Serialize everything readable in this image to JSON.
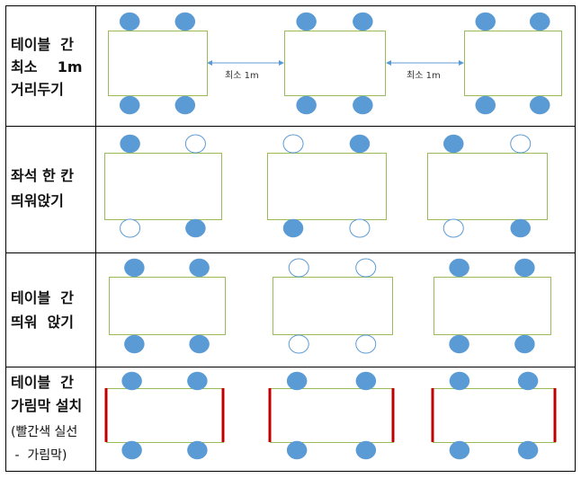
{
  "rows": [
    {
      "label_lines": [
        "테이블  간",
        "최소    1m",
        "거리두기"
      ],
      "distance_label": "최소 1m",
      "seats": [
        {
          "top": [
            "filled",
            "filled"
          ],
          "bottom": [
            "filled",
            "filled"
          ]
        },
        {
          "top": [
            "filled",
            "filled"
          ],
          "bottom": [
            "filled",
            "filled"
          ]
        },
        {
          "top": [
            "filled",
            "filled"
          ],
          "bottom": [
            "filled",
            "filled"
          ]
        }
      ],
      "partitions": false
    },
    {
      "label_lines": [
        "좌석 한 칸",
        "띄워앉기"
      ],
      "seats": [
        {
          "top": [
            "filled",
            "empty"
          ],
          "bottom": [
            "empty",
            "filled"
          ]
        },
        {
          "top": [
            "empty",
            "filled"
          ],
          "bottom": [
            "filled",
            "empty"
          ]
        },
        {
          "top": [
            "filled",
            "empty"
          ],
          "bottom": [
            "empty",
            "filled"
          ]
        }
      ],
      "partitions": false
    },
    {
      "label_lines": [
        "테이블  간",
        "띄워  앉기"
      ],
      "seats": [
        {
          "top": [
            "filled",
            "filled"
          ],
          "bottom": [
            "filled",
            "filled"
          ]
        },
        {
          "top": [
            "empty",
            "empty"
          ],
          "bottom": [
            "empty",
            "empty"
          ]
        },
        {
          "top": [
            "filled",
            "filled"
          ],
          "bottom": [
            "filled",
            "filled"
          ]
        }
      ],
      "partitions": false
    },
    {
      "label_lines": [
        "테이블  간",
        "가림막 설치"
      ],
      "label_note_lines": [
        "(빨간색 실선",
        " -  가림막)"
      ],
      "seats": [
        {
          "top": [
            "filled",
            "filled"
          ],
          "bottom": [
            "filled",
            "filled"
          ]
        },
        {
          "top": [
            "filled",
            "filled"
          ],
          "bottom": [
            "filled",
            "filled"
          ]
        },
        {
          "top": [
            "filled",
            "filled"
          ],
          "bottom": [
            "filled",
            "filled"
          ]
        }
      ],
      "partitions": true
    }
  ],
  "colors": {
    "seat_fill": "#5b9bd5",
    "seat_outline": "#5b9bd5",
    "table_border": "#9bbb59",
    "partition": "#c00000",
    "grid": "#000000"
  }
}
